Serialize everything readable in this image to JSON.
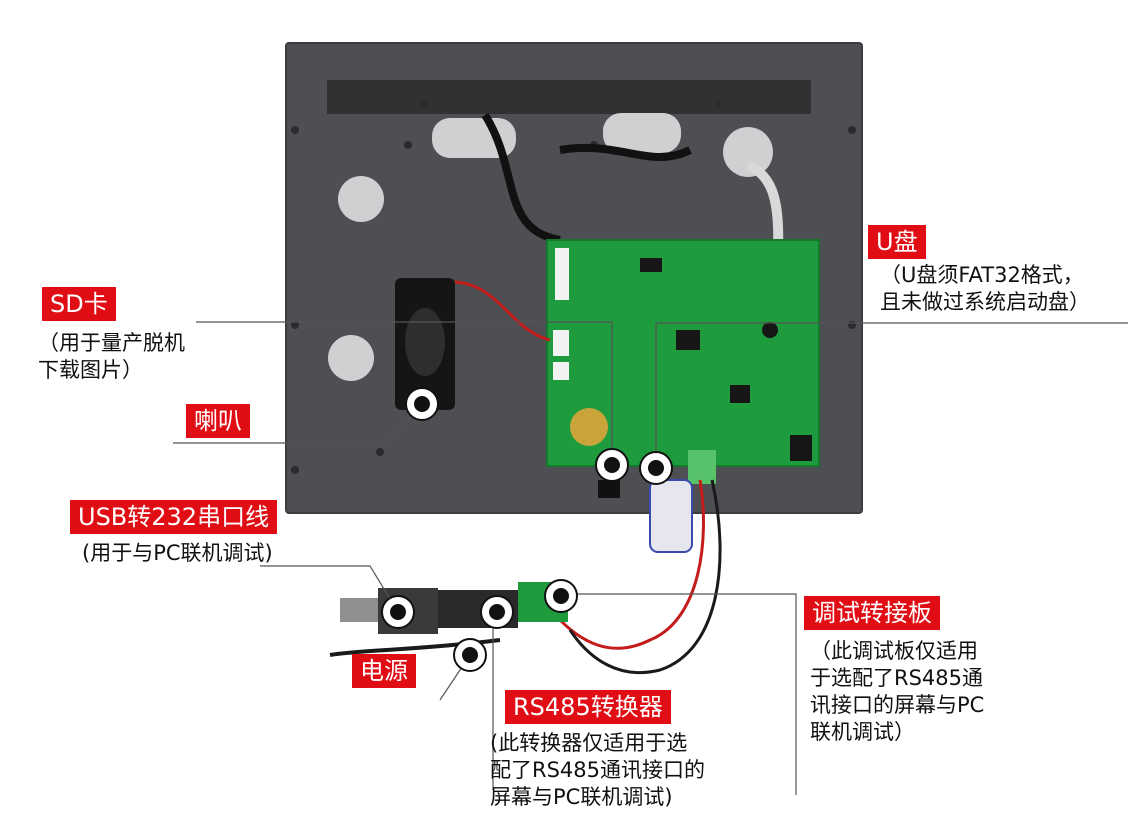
{
  "colors": {
    "label_bg": "#e10d14",
    "label_text": "#ffffff",
    "note_text": "#111111",
    "panel": "#4d4f52",
    "panel_edge": "#3b3d40",
    "pcb": "#1e9b3c",
    "leader_line": "#555555"
  },
  "callouts": {
    "u_disk": {
      "label": "U盘",
      "note": "（U盘须FAT32格式，\n且未做过系统启动盘）"
    },
    "sd_card": {
      "label": "SD卡",
      "note": "（用于量产脱机\n下载图片）"
    },
    "speaker": {
      "label": "喇叭"
    },
    "usb_cable": {
      "label": "USB转232串口线",
      "note": "(用于与PC联机调试)"
    },
    "debug_board": {
      "label": "调试转接板",
      "note": "（此调试板仅适用\n于选配了RS485通\n讯接口的屏幕与PC\n联机调试）"
    },
    "power": {
      "label": "电源"
    },
    "rs485": {
      "label": "RS485转换器",
      "note": "(此转换器仅适用于选\n配了RS485通讯接口的\n屏幕与PC联机调试)"
    }
  }
}
